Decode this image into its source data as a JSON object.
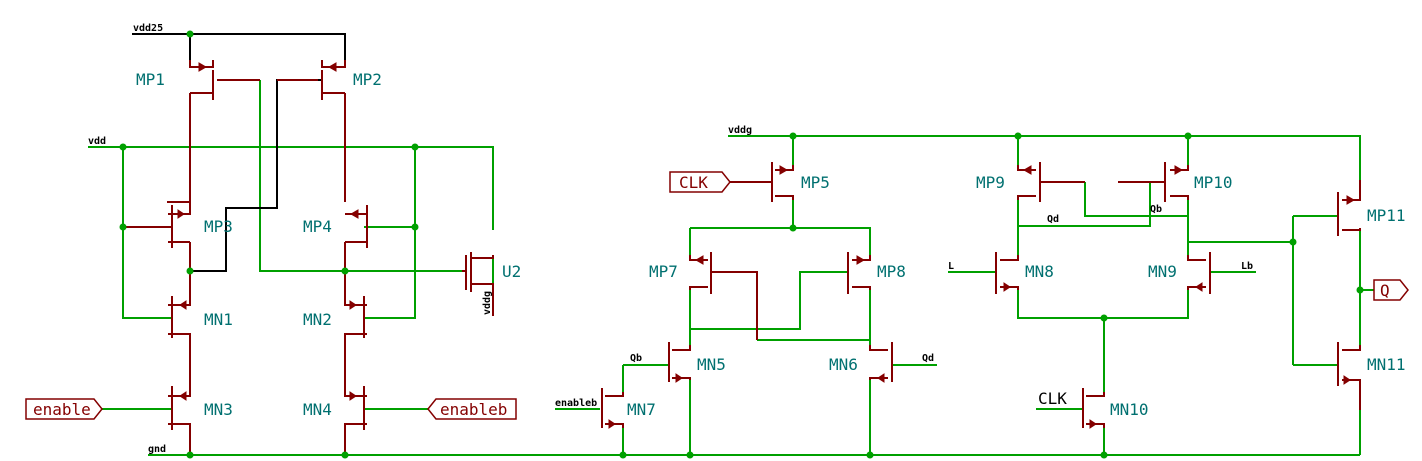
{
  "nets": {
    "vdd25": "vdd25",
    "vdd": "vdd",
    "vddg": "vddg",
    "gnd": "gnd",
    "Qb_left": "Qb",
    "Qd_left": "Qd",
    "enableb_net": "enableb",
    "Qd_right": "Qd",
    "Qb_right": "Qb",
    "L": "L",
    "Lb": "Lb",
    "vddg_vert": "vddg"
  },
  "ports": {
    "enable": "enable",
    "enableb": "enableb",
    "CLK_top": "CLK",
    "Q": "Q"
  },
  "labels": {
    "CLK_bottom": "CLK"
  },
  "components": {
    "MP1": "MP1",
    "MP2": "MP2",
    "MP3": "MP3",
    "MP4": "MP4",
    "MN1": "MN1",
    "MN2": "MN2",
    "MN3": "MN3",
    "MN4": "MN4",
    "U2": "U2",
    "MP5": "MP5",
    "MP7": "MP7",
    "MP8": "MP8",
    "MN5": "MN5",
    "MN6": "MN6",
    "MN7": "MN7",
    "MP9": "MP9",
    "MP10": "MP10",
    "MN8": "MN8",
    "MN9": "MN9",
    "MN10": "MN10",
    "MP11": "MP11",
    "MN11": "MN11"
  },
  "colors": {
    "wire": "#00a000",
    "device": "#840000",
    "reference": "#007070",
    "net_label": "#000000"
  }
}
